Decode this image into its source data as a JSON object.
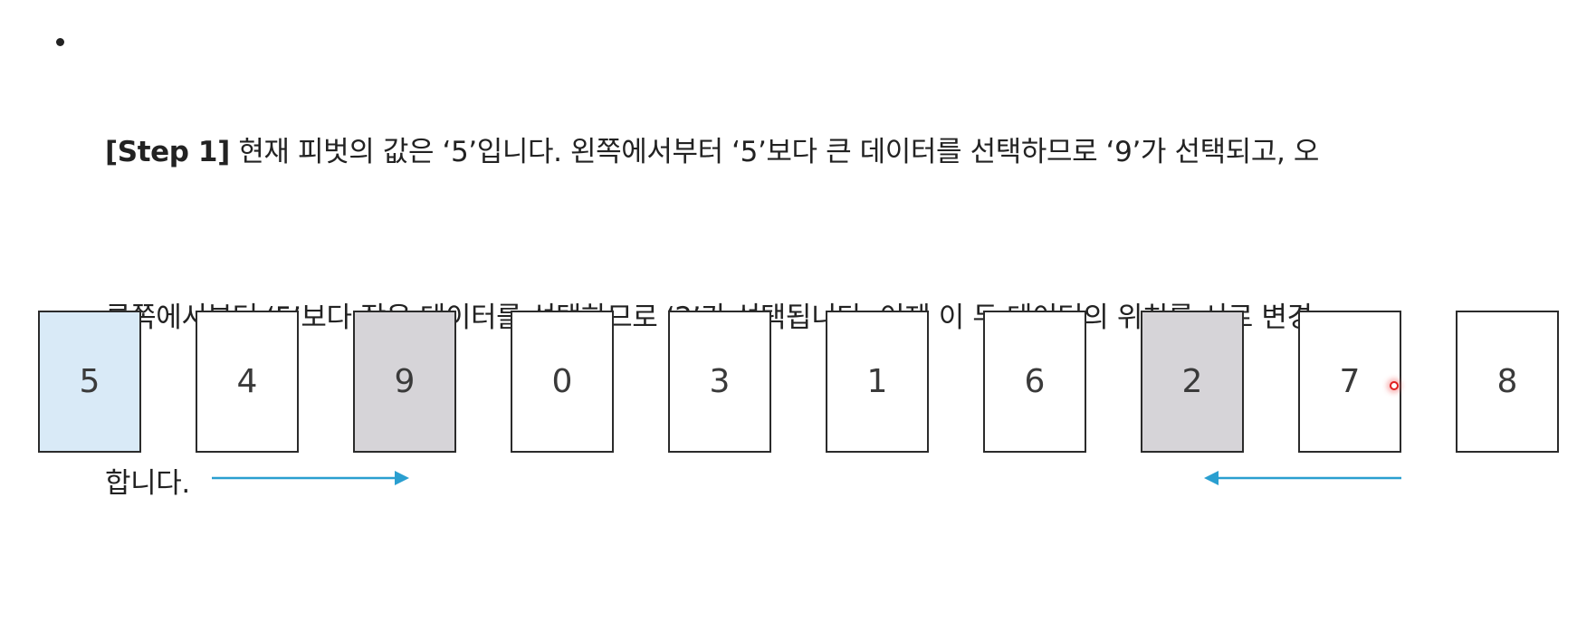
{
  "paragraph": {
    "step_label": "[Step 1]",
    "line1_rest": " 현재 피벗의 값은 ‘5’입니다. 왼쪽에서부터 ‘5’보다 큰 데이터를 선택하므로 ‘9’가 선택되고, 오",
    "line2": "른쪽에서부터 ‘5’보다 작은 데이터를 선택하므로 ‘2’가 선택됩니다. 이제 이 두 데이터의 위치를 서로 변경",
    "line3": "합니다."
  },
  "cards": [
    {
      "value": "5",
      "state": "pivot"
    },
    {
      "value": "4",
      "state": "normal"
    },
    {
      "value": "9",
      "state": "selected"
    },
    {
      "value": "0",
      "state": "normal"
    },
    {
      "value": "3",
      "state": "normal"
    },
    {
      "value": "1",
      "state": "normal"
    },
    {
      "value": "6",
      "state": "normal"
    },
    {
      "value": "2",
      "state": "selected"
    },
    {
      "value": "7",
      "state": "normal"
    },
    {
      "value": "8",
      "state": "normal"
    }
  ],
  "colors": {
    "pivot_fill": "#d9eaf7",
    "selected_fill": "#d6d4d8",
    "arrow": "#2a9fd0"
  },
  "arrows": [
    {
      "direction": "right"
    },
    {
      "direction": "left"
    }
  ]
}
